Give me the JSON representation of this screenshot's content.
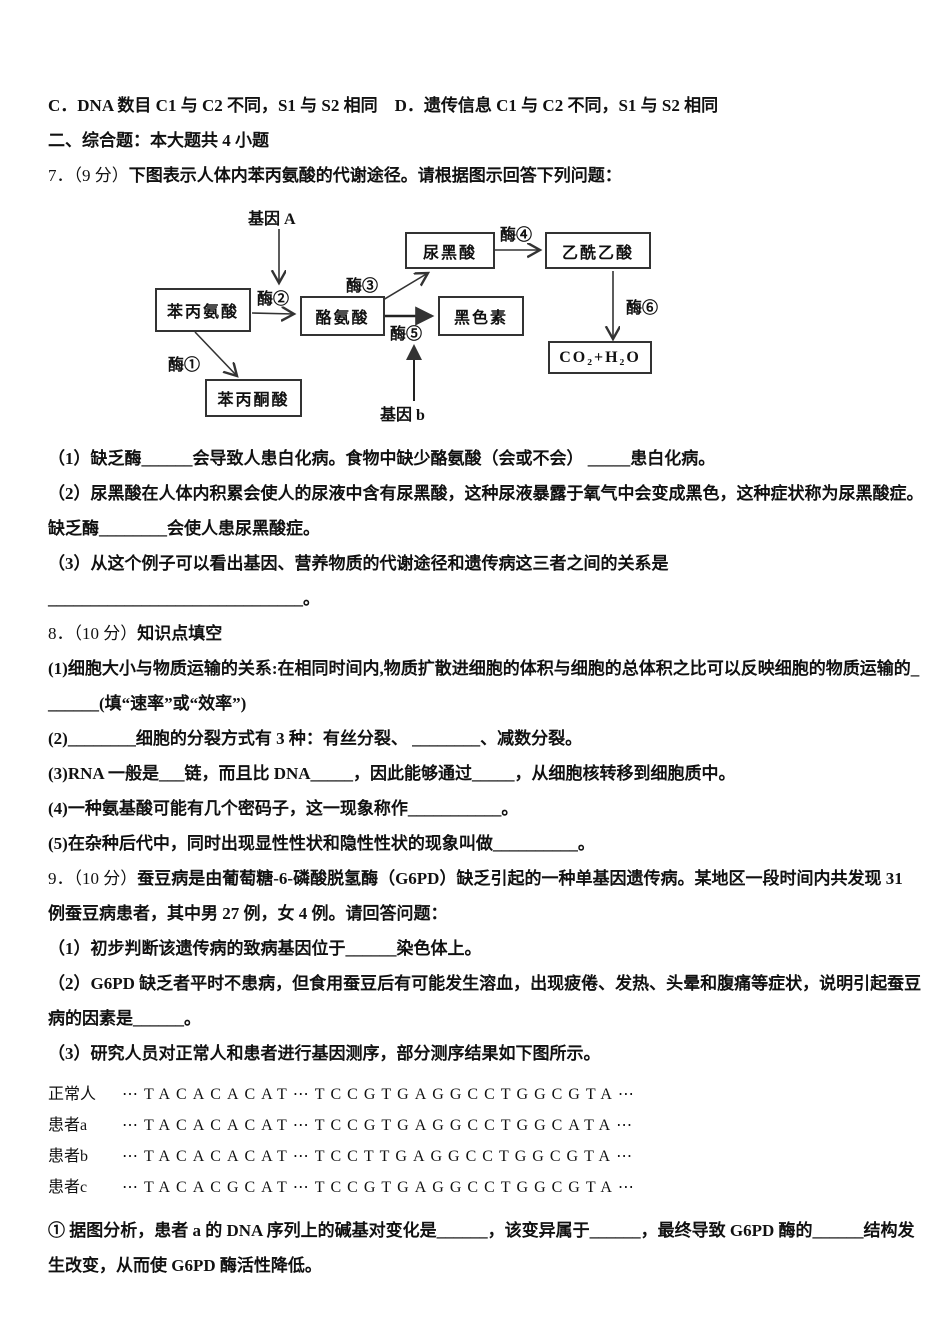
{
  "header": {
    "options_line": "C．DNA 数目 C1 与 C2 不同，S1 与 S2 相同　D．遗传信息 C1 与 C2 不同，S1 与 S2 相同",
    "section_title": "二、综合题：本大题共 4 小题"
  },
  "q7": {
    "number": "7．（9 分）",
    "stem": "下图表示人体内苯丙氨酸的代谢途径。请根据图示回答下列问题：",
    "diagram": {
      "gene_a": "基因 A",
      "gene_b": "基因 b",
      "enzyme1": "酶①",
      "enzyme2": "酶②",
      "enzyme3": "酶③",
      "enzyme4": "酶④",
      "enzyme5": "酶⑤",
      "enzyme6": "酶⑥",
      "box_phenylalanine": "苯丙氨酸",
      "box_tyrosine": "酪氨酸",
      "box_homogentisic_acid": "尿黑酸",
      "box_acetoacetic_acid": "乙酰乙酸",
      "box_melanin": "黑色素",
      "box_co2_h2o": "CO₂+H₂O",
      "box_phenylpyruvic_acid": "苯丙酮酸"
    },
    "part1": "（1）缺乏酶______会导致人患白化病。食物中缺少酪氨酸（会或不会） _____患白化病。",
    "part2a": "（2）尿黑酸在人体内积累会使人的尿液中含有尿黑酸，这种尿液暴露于氧气中会变成黑色，这种症状称为尿黑酸症。",
    "part2b": "缺乏酶________会使人患尿黑酸症。",
    "part3": "（3）从这个例子可以看出基因、营养物质的代谢途径和遗传病这三者之间的关系是______________________________。"
  },
  "q8": {
    "number": "8．（10 分）",
    "title": "知识点填空",
    "item1a": "(1)细胞大小与物质运输的关系:在相同时间内,物质扩散进细胞的体积与细胞的总体积之比可以反映细胞的物质运输的_",
    "item1b": "______(填“速率”或“效率”)",
    "item2": "(2)________细胞的分裂方式有 3 种：有丝分裂、 ________、减数分裂。",
    "item3": "(3)RNA 一般是___链，而且比 DNA_____，因此能够通过_____，从细胞核转移到细胞质中。",
    "item4": "(4)一种氨基酸可能有几个密码子，这一现象称作___________。",
    "item5": "(5)在杂种后代中，同时出现显性性状和隐性性状的现象叫做__________。"
  },
  "q9": {
    "number": "9．（10 分）",
    "stem_a": "蚕豆病是由葡萄糖-6-磷酸脱氢酶（G6PD）缺乏引起的一种单基因遗传病。某地区一段时间内共发现 31",
    "stem_b": "例蚕豆病患者，其中男 27 例，女 4 例。请回答问题：",
    "part1": "（1）初步判断该遗传病的致病基因位于______染色体上。",
    "part2a": "（2）G6PD 缺乏者平时不患病，但食用蚕豆后有可能发生溶血，出现疲倦、发热、头晕和腹痛等症状，说明引起蚕豆",
    "part2b": "病的因素是______。",
    "part3": "（3）研究人员对正常人和患者进行基因测序，部分测序结果如下图所示。",
    "sequences": [
      {
        "label": "正常人",
        "seq": "⋯TACACACAT⋯TCCGTGAGGCCTGGCGTA⋯"
      },
      {
        "label": "患者a",
        "seq": "⋯TACACACAT⋯TCCGTGAGGCCTGGCATA⋯"
      },
      {
        "label": "患者b",
        "seq": "⋯TACACACAT⋯TCCTTGAGGCCTGGCGTA⋯"
      },
      {
        "label": "患者c",
        "seq": "⋯TACACGCAT⋯TCCGTGAGGCCTGGCGTA⋯"
      }
    ],
    "sub1a": "① 据图分析，患者 a 的 DNA 序列上的碱基对变化是______，该变异属于______，最终导致 G6PD 酶的______结构发",
    "sub1b": "生改变，从而使 G6PD 酶活性降低。"
  }
}
